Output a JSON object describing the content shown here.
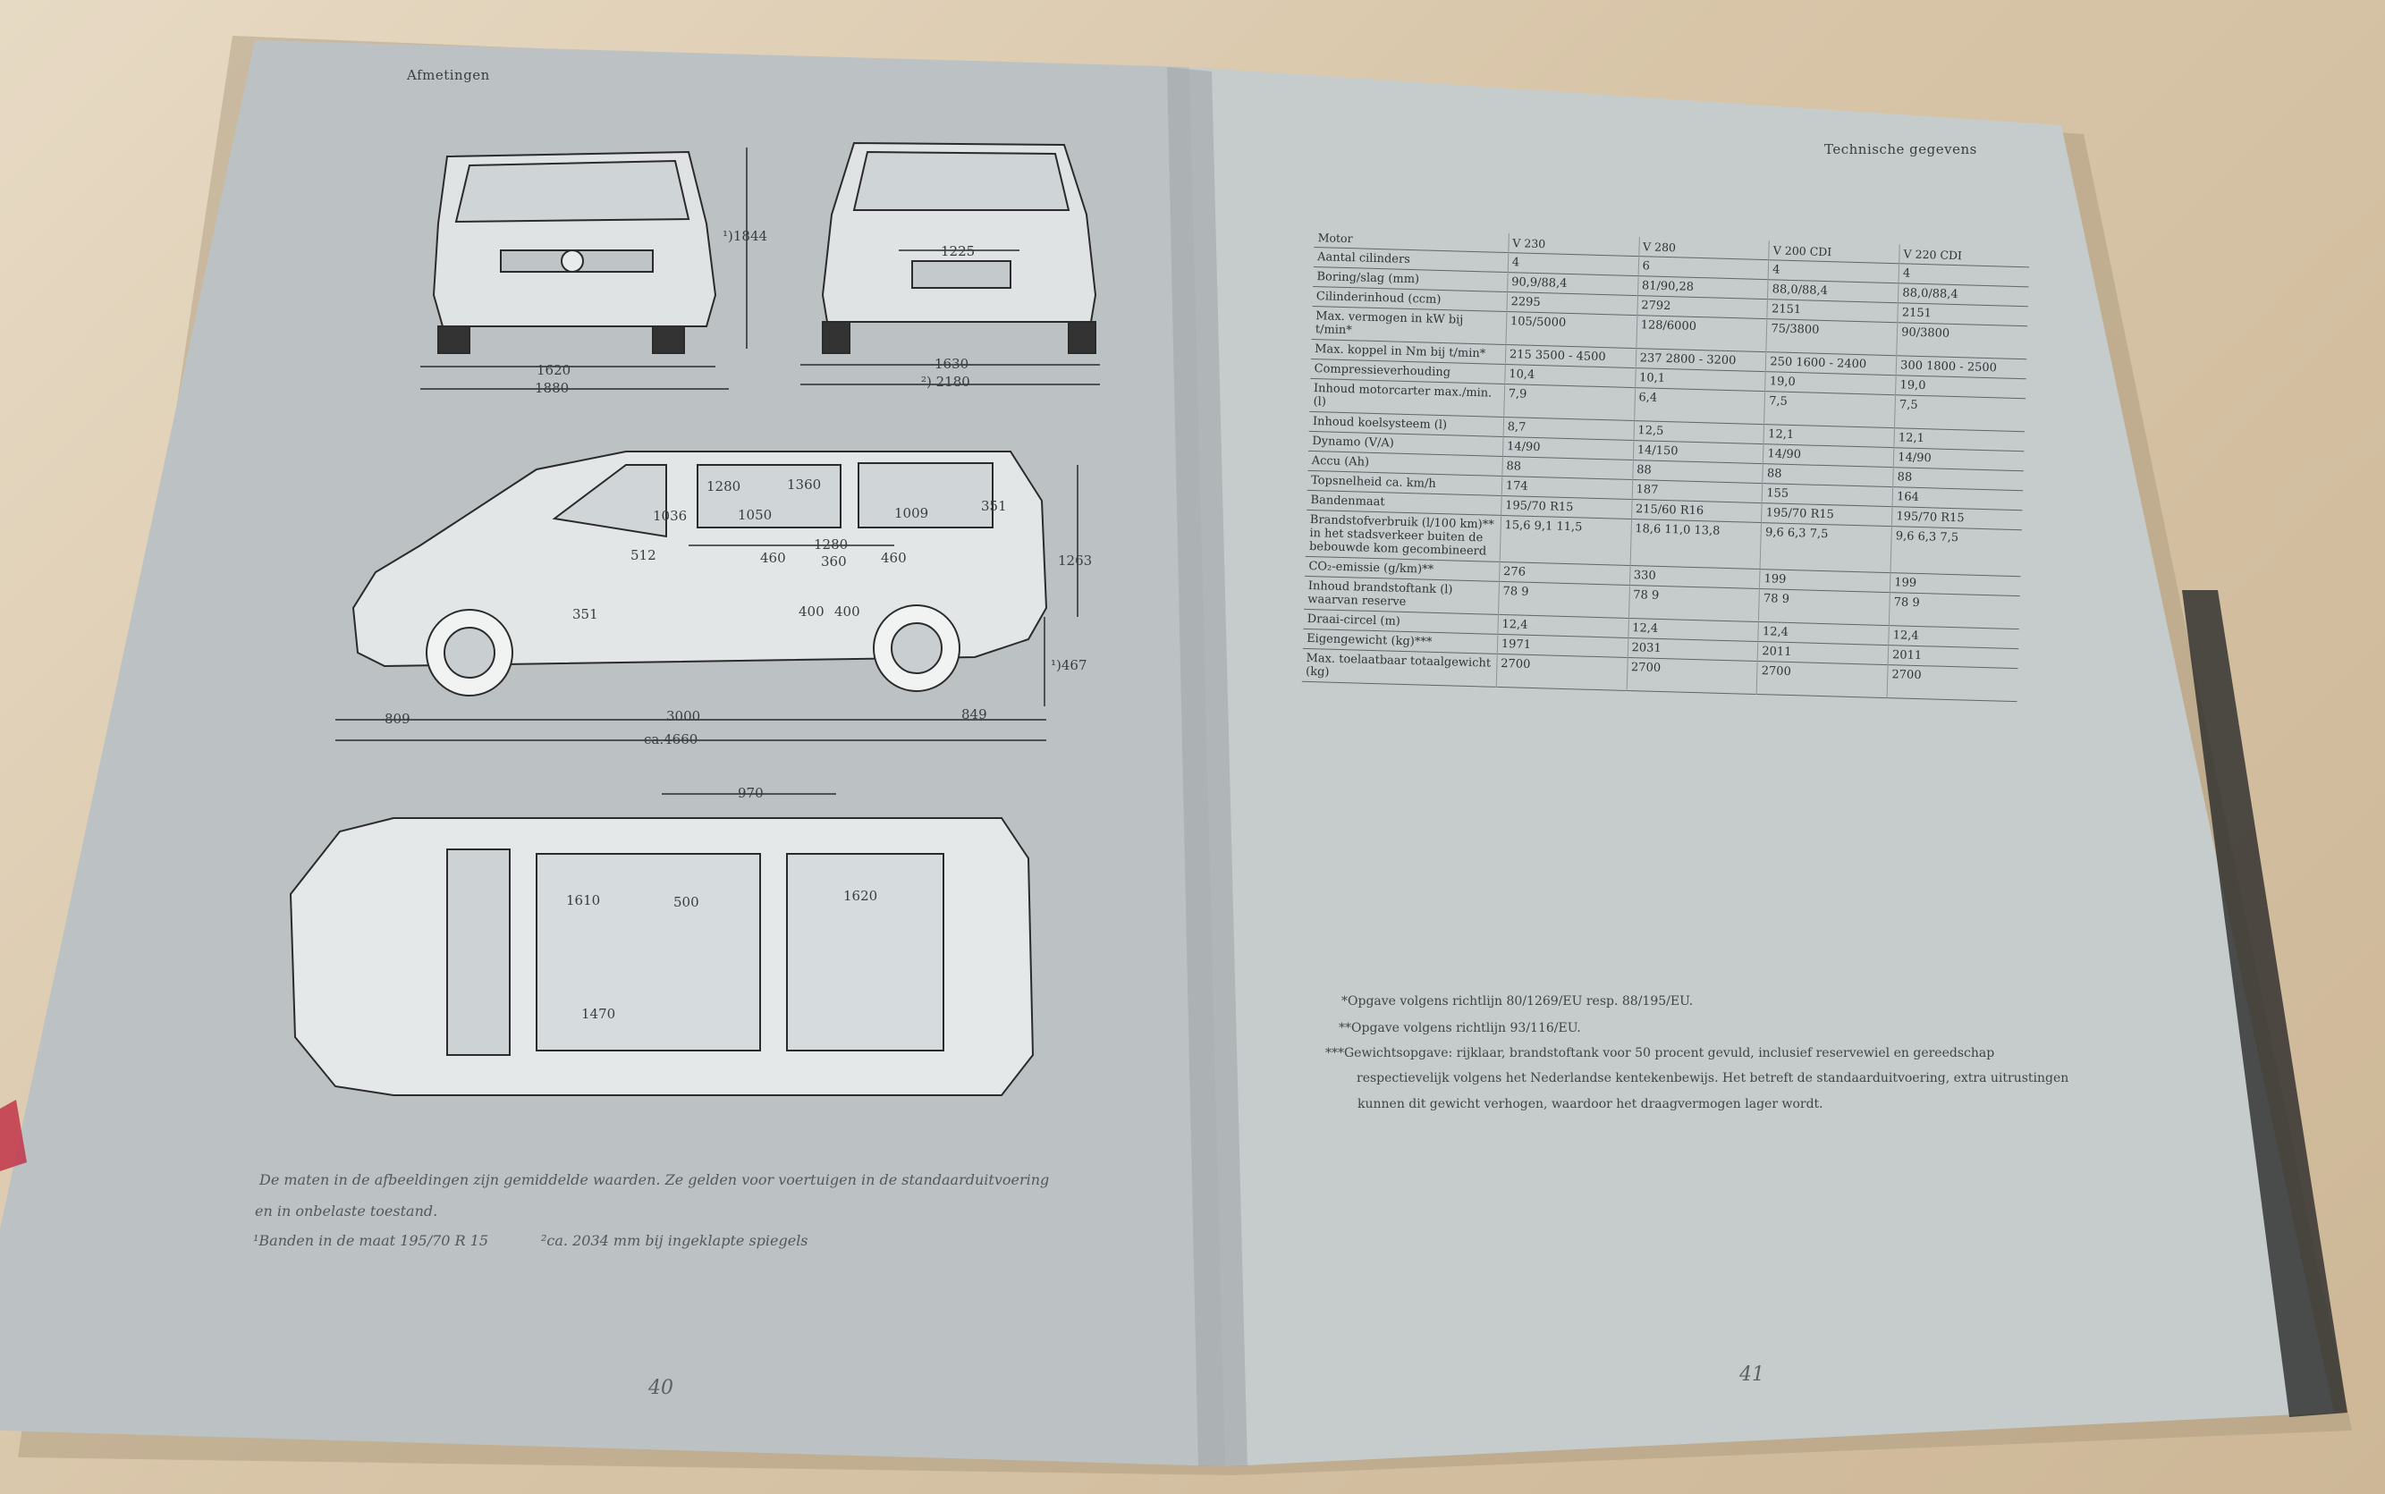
{
  "left_page": {
    "section_title": "Afmetingen",
    "dimensions": {
      "front_height": "¹)1844",
      "front_track": "1620",
      "front_width": "1880",
      "rear_width": "1225",
      "rear_track": "1630",
      "rear_mirrors": "²) 2180",
      "side_1036": "1036",
      "side_1280a": "1280",
      "side_1360": "1360",
      "side_1050": "1050",
      "side_1009": "1009",
      "side_351a": "351",
      "side_512": "512",
      "side_1280b": "1280",
      "side_460a": "460",
      "side_360": "360",
      "side_460b": "460",
      "side_351b": "351",
      "side_400a": "400",
      "side_400b": "400",
      "side_1263": "1263",
      "side_467": "¹)467",
      "side_809": "809",
      "side_3000": "3000",
      "side_849": "849",
      "side_length": "ca.4660",
      "top_970": "970",
      "top_1610": "1610",
      "top_500": "500",
      "top_1620": "1620",
      "top_1470": "1470"
    },
    "caption_line1": "De maten in de afbeeldingen zijn gemiddelde waarden. Ze gelden voor voertuigen in de standaarduitvoering",
    "caption_line2": "en in onbelaste toestand.",
    "caption_line3a": "¹Banden in de maat 195/70 R 15",
    "caption_line3b": "²ca. 2034 mm bij ingeklapte spiegels",
    "page_number": "40"
  },
  "right_page": {
    "section_title": "Technische gegevens",
    "table": {
      "header_label": "Motor",
      "columns": [
        "V 230",
        "V 280",
        "V 200 CDI",
        "V 220 CDI"
      ],
      "rows": [
        {
          "label": "Aantal cilinders",
          "values": [
            "4",
            "6",
            "4",
            "4"
          ]
        },
        {
          "label": "Boring/slag (mm)",
          "values": [
            "90,9/88,4",
            "81/90,28",
            "88,0/88,4",
            "88,0/88,4"
          ]
        },
        {
          "label": "Cilinderinhoud (ccm)",
          "values": [
            "2295",
            "2792",
            "2151",
            "2151"
          ]
        },
        {
          "label": "Max. vermogen in kW bij t/min*",
          "values": [
            "105/5000",
            "128/6000",
            "75/3800",
            "90/3800"
          ]
        },
        {
          "label": "Max. koppel in Nm bij t/min*",
          "values": [
            "215 3500 - 4500",
            "237 2800 - 3200",
            "250 1600 - 2400",
            "300 1800 - 2500"
          ]
        },
        {
          "label": "Compressieverhouding",
          "values": [
            "10,4",
            "10,1",
            "19,0",
            "19,0"
          ]
        },
        {
          "label": "Inhoud motorcarter max./min. (l)",
          "values": [
            "7,9",
            "6,4",
            "7,5",
            "7,5"
          ]
        },
        {
          "label": "Inhoud koelsysteem (l)",
          "values": [
            "8,7",
            "12,5",
            "12,1",
            "12,1"
          ]
        },
        {
          "label": "Dynamo (V/A)",
          "values": [
            "14/90",
            "14/150",
            "14/90",
            "14/90"
          ]
        },
        {
          "label": "Accu (Ah)",
          "values": [
            "88",
            "88",
            "88",
            "88"
          ]
        },
        {
          "label": "Topsnelheid ca. km/h",
          "values": [
            "174",
            "187",
            "155",
            "164"
          ]
        },
        {
          "label": "Bandenmaat",
          "values": [
            "195/70 R15",
            "215/60 R16",
            "195/70 R15",
            "195/70 R15"
          ]
        },
        {
          "label": "Brandstofverbruik (l/100 km)** in het stadsverkeer buiten de bebouwde kom gecombineerd",
          "values": [
            "15,6 9,1 11,5",
            "18,6 11,0 13,8",
            "9,6 6,3 7,5",
            "9,6 6,3 7,5"
          ]
        },
        {
          "label": "CO₂-emissie (g/km)**",
          "values": [
            "276",
            "330",
            "199",
            "199"
          ]
        },
        {
          "label": "Inhoud brandstoftank (l) waarvan reserve",
          "values": [
            "78 9",
            "78 9",
            "78 9",
            "78 9"
          ]
        },
        {
          "label": "Draai-circel (m)",
          "values": [
            "12,4",
            "12,4",
            "12,4",
            "12,4"
          ]
        },
        {
          "label": "Eigengewicht (kg)***",
          "values": [
            "1971",
            "2031",
            "2011",
            "2011"
          ]
        },
        {
          "label": "Max. toelaatbaar totaalgewicht (kg)",
          "values": [
            "2700",
            "2700",
            "2700",
            "2700"
          ]
        }
      ]
    },
    "footnotes": [
      "*Opgave volgens richtlijn 80/1269/EU resp. 88/195/EU.",
      "**Opgave volgens richtlijn 93/116/EU.",
      "***Gewichtsopgave: rijklaar, brandstoftank voor 50 procent gevuld, inclusief reservewiel en gereedschap",
      "respectievelijk volgens het Nederlandse kentekenbewijs. Het betreft de standaarduitvoering, extra uitrustingen",
      "kunnen dit gewicht verhogen, waardoor het draagvermogen lager wordt."
    ],
    "page_number": "41"
  }
}
